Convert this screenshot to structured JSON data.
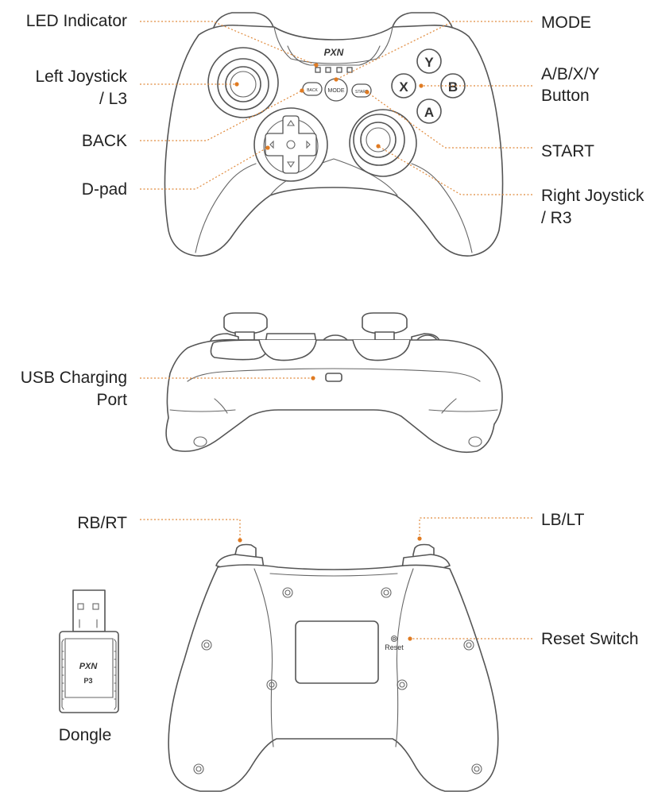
{
  "labels": {
    "led_indicator": "LED Indicator",
    "left_joystick_1": "Left Joystick",
    "left_joystick_2": "/ L3",
    "back_label": "BACK",
    "dpad": "D-pad",
    "mode_label": "MODE",
    "abxy_1": "A/B/X/Y",
    "abxy_2": "Button",
    "start_label": "START",
    "right_joystick_1": "Right Joystick",
    "right_joystick_2": "/ R3",
    "usb_1": "USB Charging",
    "usb_2": "Port",
    "rb_rt": "RB/RT",
    "lb_lt": "LB/LT",
    "reset_switch": "Reset Switch",
    "dongle": "Dongle"
  },
  "device_text": {
    "logo": "PXN",
    "back_btn": "BACK",
    "mode_btn": "MODE",
    "start_btn": "START",
    "btn_y": "Y",
    "btn_x": "X",
    "btn_b": "B",
    "btn_a": "A",
    "reset_text": "Reset",
    "dongle_logo": "PXN",
    "dongle_model": "P3"
  },
  "colors": {
    "leader": "#e08a3c",
    "dot": "#e07b22",
    "outline": "#555555",
    "text": "#222222"
  }
}
